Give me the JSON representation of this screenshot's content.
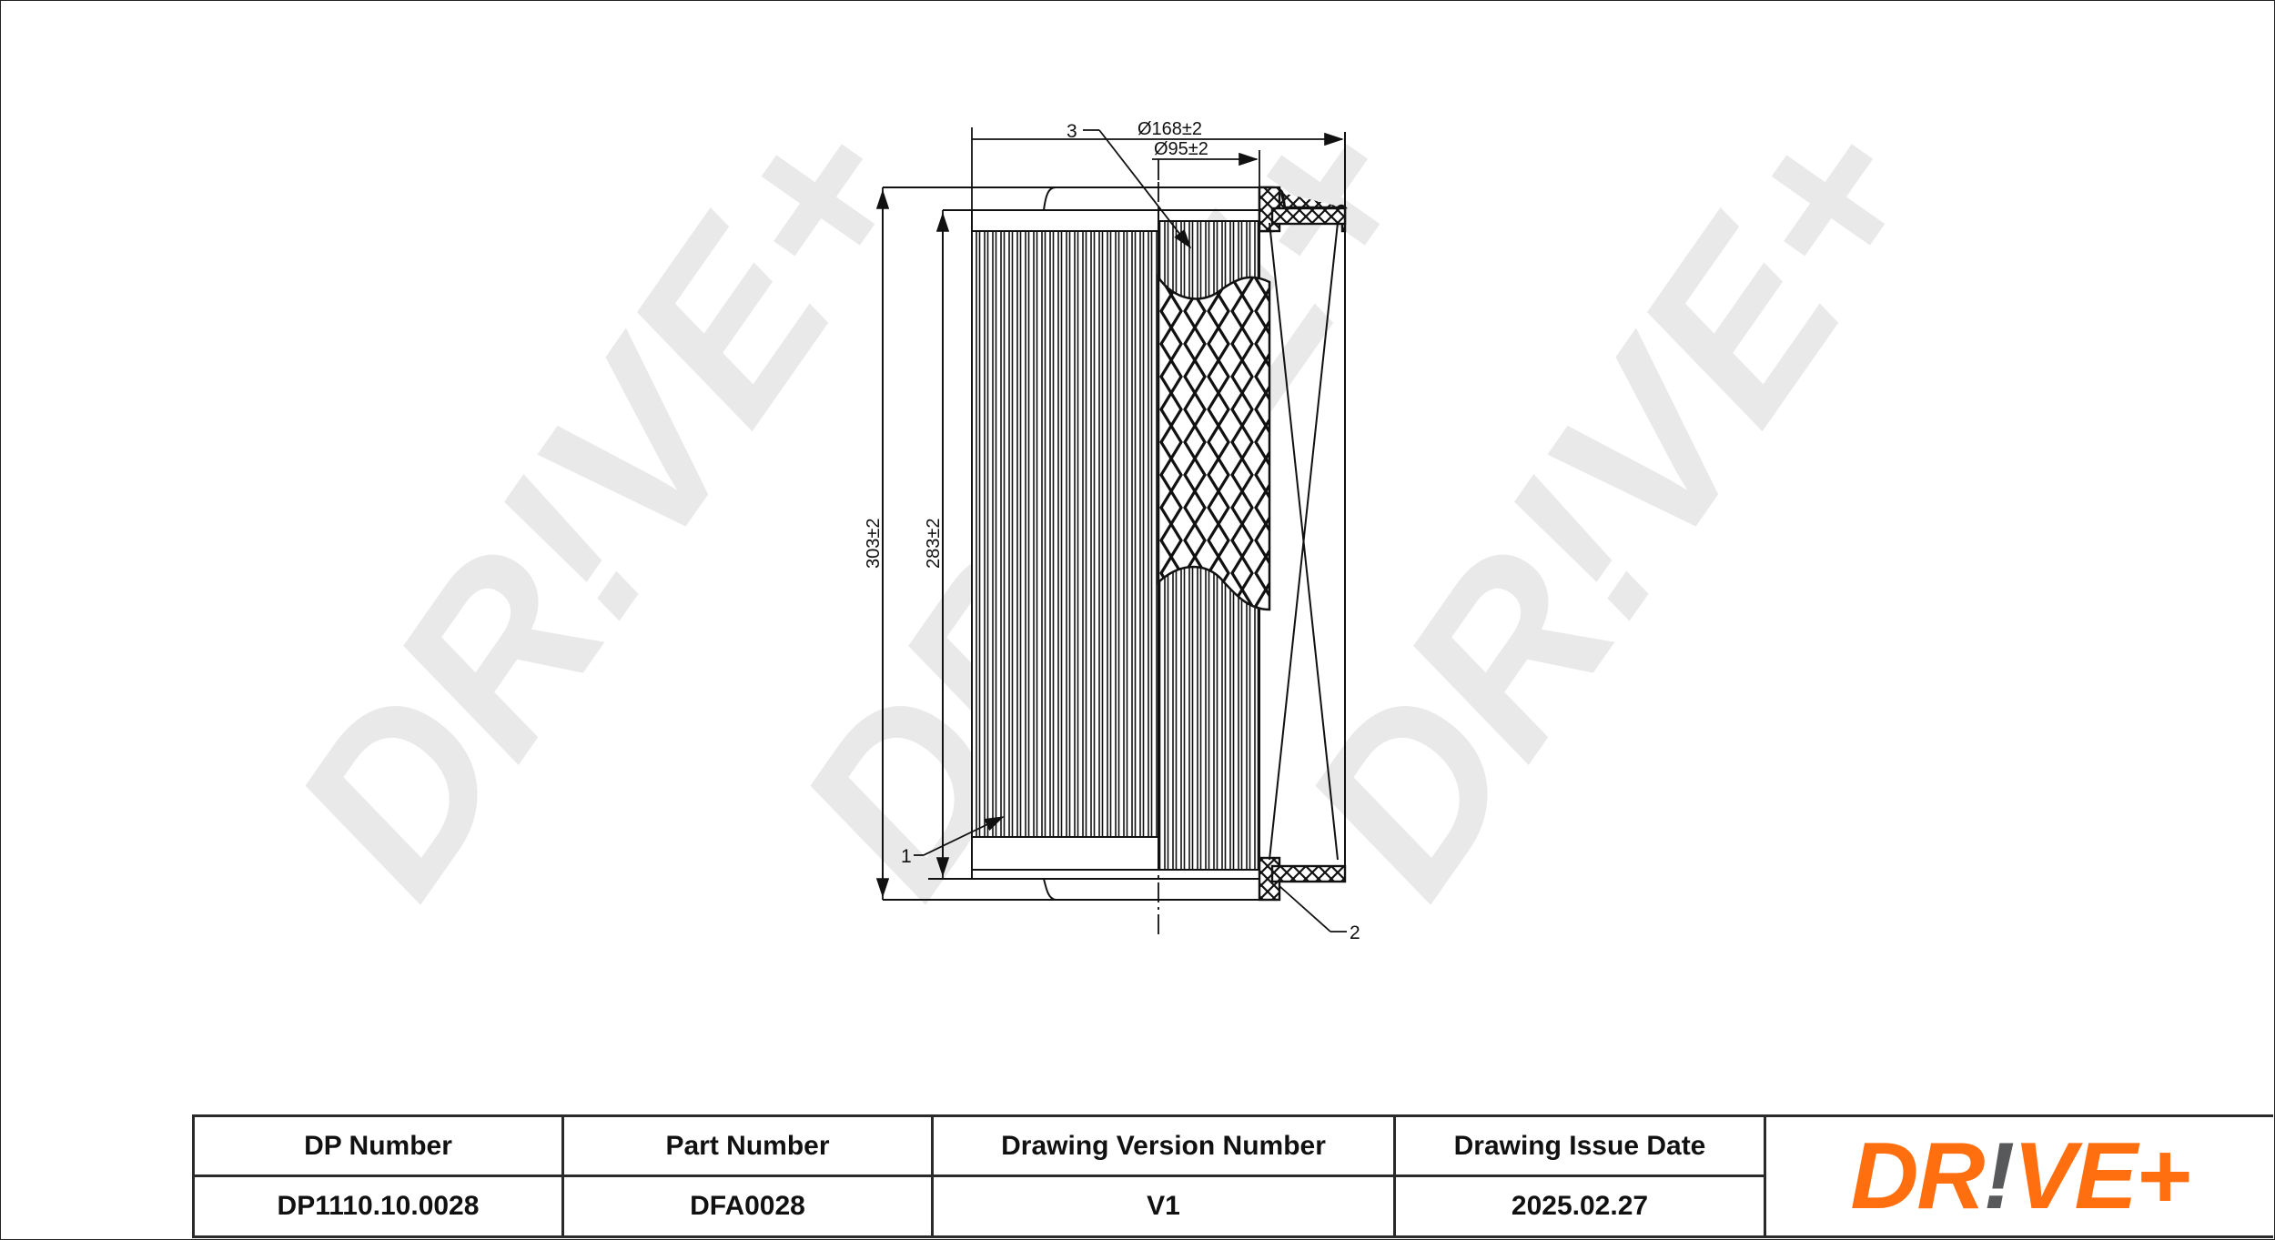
{
  "drawing": {
    "dimensions": {
      "outer_diameter": "Ø168±2",
      "inner_diameter": "Ø95±2",
      "total_height": "303±2",
      "element_height": "283±2"
    },
    "callouts": [
      "1",
      "2",
      "3"
    ],
    "watermark": "DR!VE+"
  },
  "title_block": {
    "columns": [
      {
        "header": "DP Number",
        "value": "DP1110.10.0028"
      },
      {
        "header": "Part Number",
        "value": "DFA0028"
      },
      {
        "header": "Drawing Version Number",
        "value": "V1"
      },
      {
        "header": "Drawing Issue Date",
        "value": "2025.02.27"
      }
    ],
    "logo": {
      "text_left": "DR",
      "text_mark": "!",
      "text_right": "VE+",
      "brand_color": "#ff6f0f",
      "mark_color": "#58595b"
    }
  }
}
